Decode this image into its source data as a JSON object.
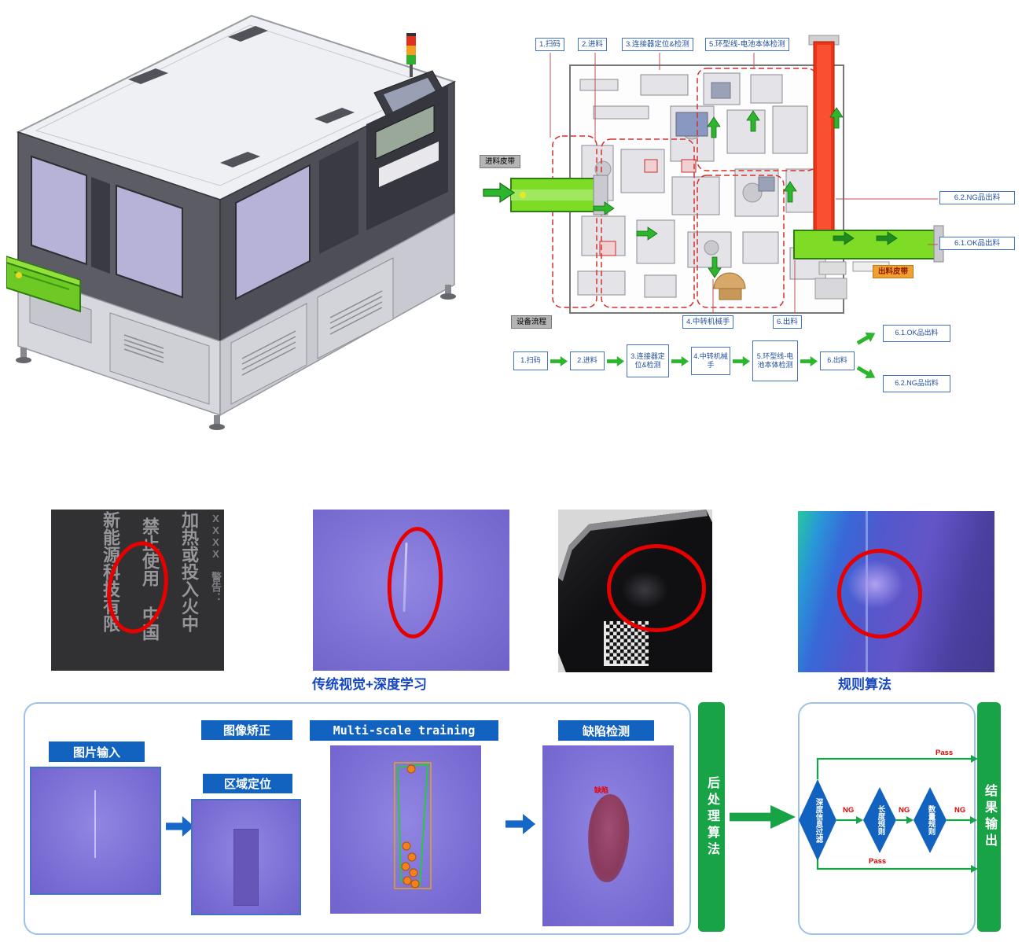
{
  "layout": {
    "labels": {
      "scan": "1.扫码",
      "feed": "2.进料",
      "connector": "3.连接器定位&检测",
      "ring": "5.环型线-电池本体检测",
      "infeed_belt": "进料皮带",
      "outfeed_belt": "出料皮带",
      "ng_out": "6.2.NG品出料",
      "ok_out": "6.1.OK品出料",
      "robot": "4.中转机械手",
      "unload": "6.出料",
      "process": "设备流程"
    },
    "flow": {
      "s1": "1.扫码",
      "s2": "2.进料",
      "s3": "3.连接器定位&检测",
      "s4": "4.中转机械手",
      "s5": "5.环型线-电池本体检测",
      "s6": "6.出料",
      "ok": "6.1.OK品出料",
      "ng": "6.2.NG品出料"
    }
  },
  "samples": {
    "caption_left": "传统视觉+深度学习",
    "caption_right": "规则算法",
    "label_text": {
      "col_a": "XXXX 警告：",
      "col_b": "加热或投入火中",
      "col_c": "禁止使用 中国",
      "col_d": "新能源科技有限"
    }
  },
  "pipeline": {
    "input": "图片输入",
    "correct": "图像矫正",
    "locate": "区域定位",
    "train": "Multi-scale training",
    "detect": "缺陷检测",
    "post": "后处理算法",
    "defect": "缺陷"
  },
  "rules": {
    "d1": "深度信息过滤",
    "d2": "长度规则",
    "d3": "数量规则",
    "result": "结果输出",
    "ng1": "NG",
    "ng2": "NG",
    "ng3": "NG",
    "pass_top": "Pass",
    "pass_bottom": "Pass"
  },
  "colors": {
    "accent_blue": "#1263c0",
    "accent_green": "#17a346",
    "mark_red": "#e60000",
    "caption_blue": "#1747c0"
  }
}
